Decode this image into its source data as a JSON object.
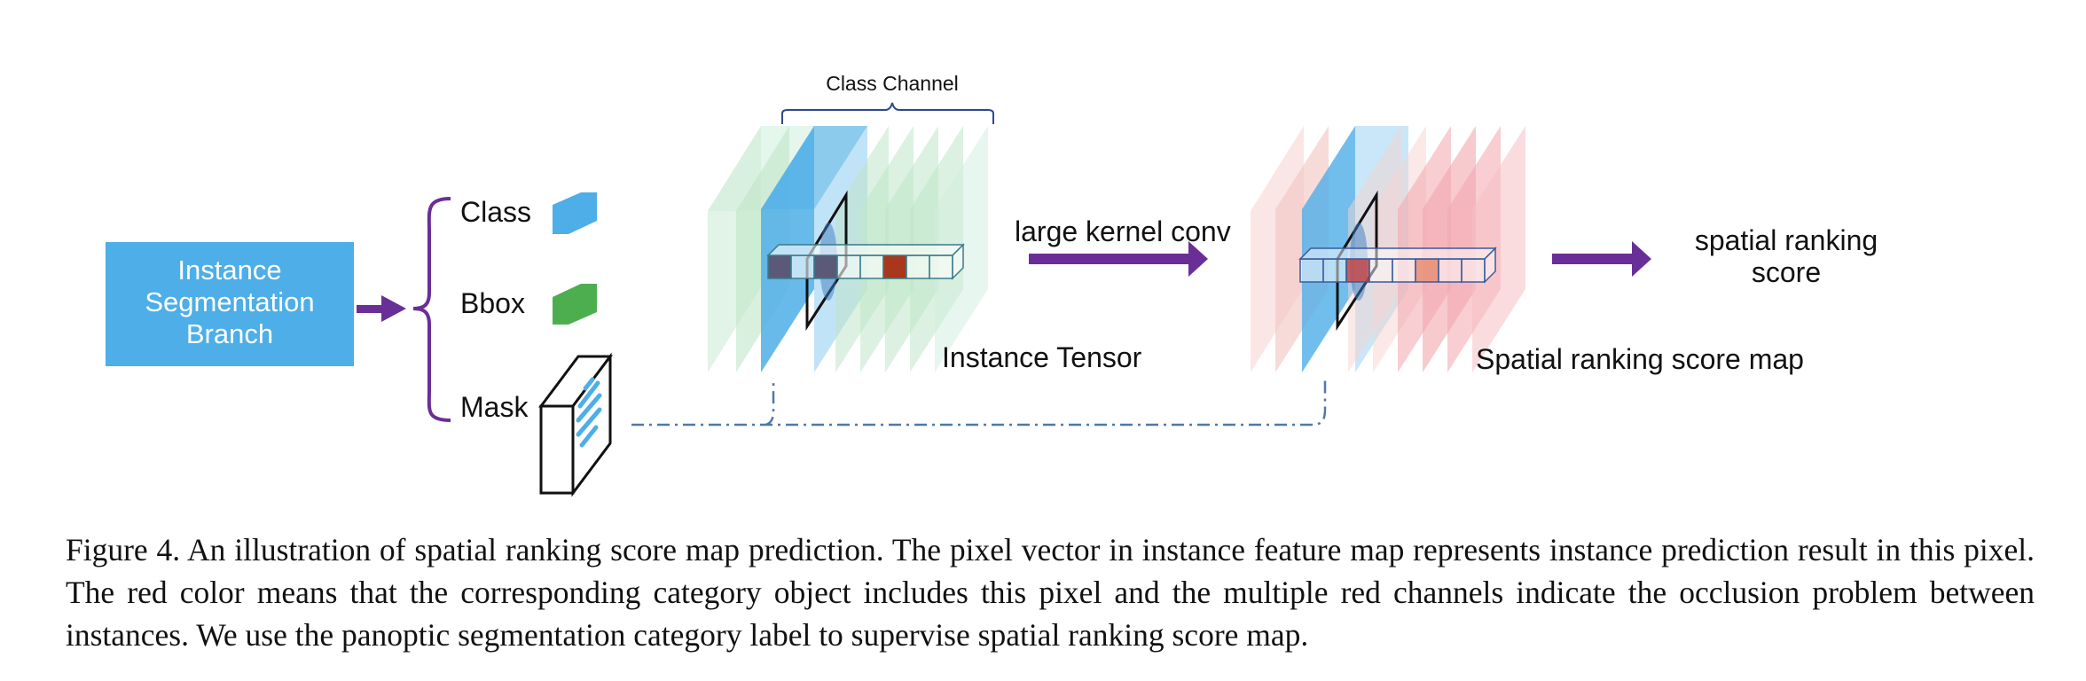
{
  "diagram": {
    "branch_box": {
      "lines": [
        "Instance",
        "Segmentation",
        "Branch"
      ],
      "color": "#4daee8"
    },
    "outputs": {
      "class_label": "Class",
      "bbox_label": "Bbox",
      "mask_label": "Mask"
    },
    "tensor": {
      "channel_label": "Class Channel",
      "name": "Instance Tensor"
    },
    "operation_label": "large kernel conv",
    "score_map_name": "Spatial ranking score map",
    "result_lines": [
      "spatial ranking",
      "score"
    ],
    "colors": {
      "arrow": "#6a2f96",
      "class_icon": "#4daee8",
      "bbox_icon": "#4cae4f",
      "green_layer": "#bfe6c8",
      "blue_layer": "#4daee8",
      "red_layer": "#f2a6ad",
      "pink_layer": "#f6d3cf",
      "dark_cell": "#5a5a78",
      "red_cell": "#a8371c",
      "dashed_line": "#4f79a8"
    }
  },
  "caption": "Figure 4. An illustration of spatial ranking score map prediction. The pixel vector in instance feature map represents instance prediction result in this pixel. The red color means that the corresponding category object includes this pixel and the multiple red channels indicate the occlusion problem between instances. We use the panoptic segmentation category label to supervise spatial ranking score map."
}
